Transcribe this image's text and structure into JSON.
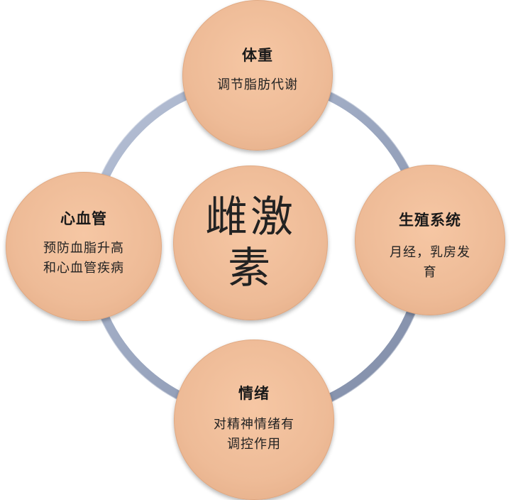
{
  "center": {
    "label": "雌激\n素"
  },
  "nodes": {
    "top": {
      "title": "体重",
      "desc": "调节脂肪代谢"
    },
    "right": {
      "title": "生殖系统",
      "desc": "月经，乳房发\n育"
    },
    "bottom": {
      "title": "情绪",
      "desc": "对精神情绪有\n调控作用"
    },
    "left": {
      "title": "心血管",
      "desc": "预防血脂升高\n和心血管疾病"
    }
  },
  "colors": {
    "node_fill": "#eebb97",
    "ring": "#9aa6bf"
  }
}
